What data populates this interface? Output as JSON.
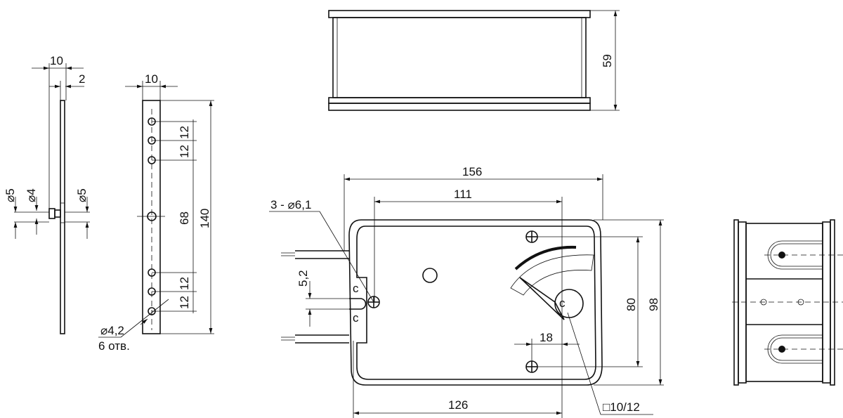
{
  "drawing": {
    "title": "Actuator dimensional drawing",
    "pin_view": {
      "width_10": "10",
      "thickness_2": "2",
      "dia_5_left": "⌀5",
      "dia_4": "⌀4",
      "dia_5_right": "⌀5"
    },
    "bracket_view": {
      "width_10": "10",
      "pitch_12_a": "12",
      "pitch_12_b": "12",
      "spacing_68": "68",
      "pitch_12_c": "12",
      "pitch_12_d": "12",
      "length_140": "140",
      "hole_dia": "⌀4,2",
      "hole_count": "6 отв."
    },
    "top_view": {
      "height_59": "59"
    },
    "front_view": {
      "width_156": "156",
      "width_111": "111",
      "width_126": "126",
      "height_80": "80",
      "height_98": "98",
      "offset_18": "18",
      "slot_5_2": "5,2",
      "mount_holes": "3 - ⌀6,1",
      "shaft_square": "□10/12",
      "slot_marks": [
        "c",
        "c",
        "c"
      ]
    }
  },
  "colors": {
    "line": "#111111",
    "background": "#ffffff"
  }
}
